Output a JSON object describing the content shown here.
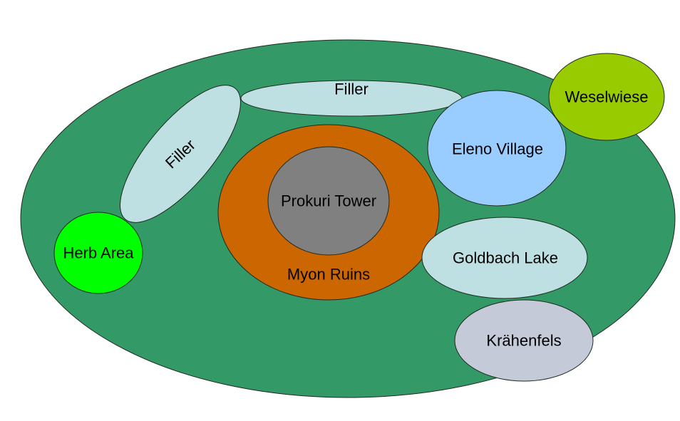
{
  "colors": {
    "background": "#ffffff",
    "world": "#339966",
    "filler": "#bfe0e3",
    "myon_ruins": "#cc6600",
    "prokuri_tower": "#808080",
    "eleno_village": "#99ccff",
    "weselwiese": "#99cc00",
    "herb_area": "#00ff00",
    "goldbach_lake": "#bfe0e3",
    "krahenfels": "#c4cad8",
    "outline": "#1e2a1e",
    "text": "#000000"
  },
  "regions": {
    "filler_top": "Filler",
    "filler_diagonal": "Filler",
    "myon_ruins": "Myon Ruins",
    "prokuri_tower": "Prokuri Tower",
    "eleno_village": "Eleno Village",
    "weselwiese": "Weselwiese",
    "herb_area": "Herb Area",
    "goldbach_lake": "Goldbach Lake",
    "krahenfels": "Krähenfels"
  }
}
